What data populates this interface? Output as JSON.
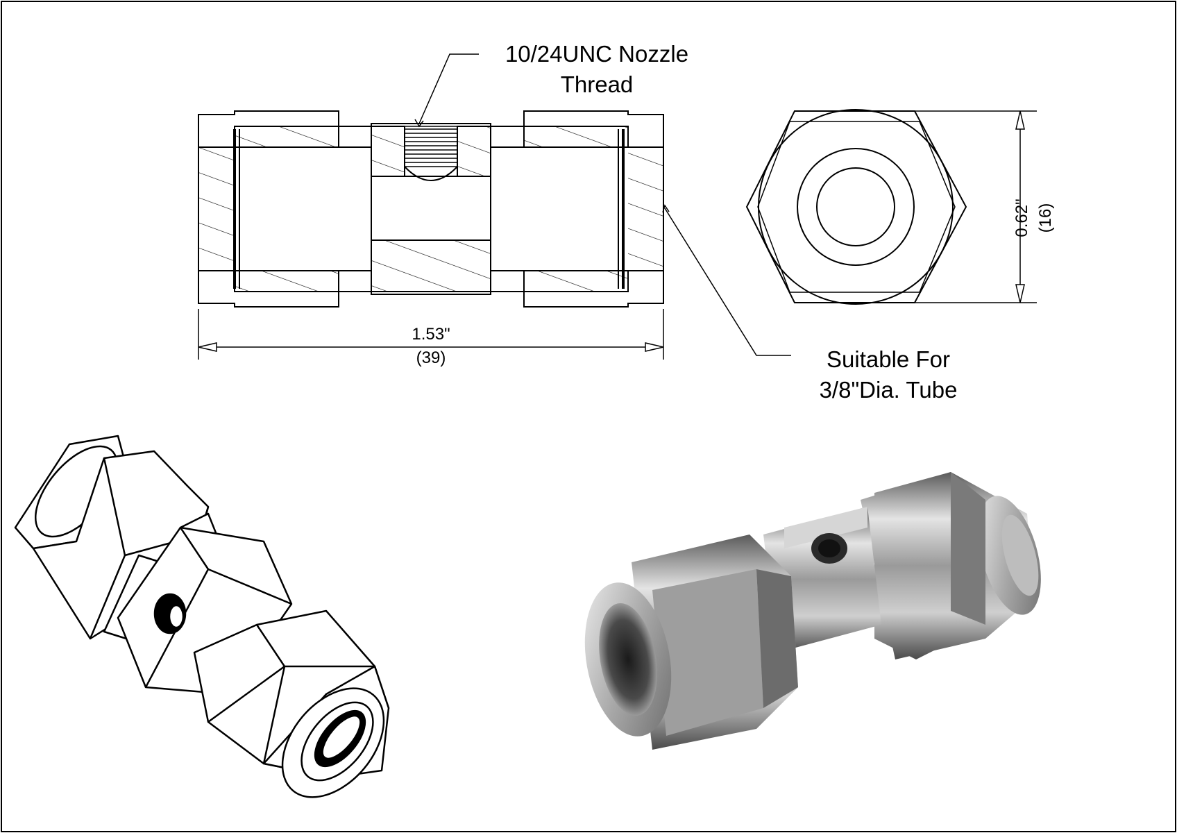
{
  "callouts": {
    "nozzle_thread": {
      "line1": "10/24UNC Nozzle",
      "line2": "Thread"
    },
    "tube_size": {
      "line1": "Suitable For",
      "line2": "3/8\"Dia. Tube"
    }
  },
  "dimensions": {
    "length": {
      "inches": "1.53\"",
      "mm": "(39)"
    },
    "hex_width": {
      "inches": "0.62\"",
      "mm": "(16)"
    }
  },
  "colors": {
    "line": "#000000",
    "background": "#ffffff",
    "metal_dark": "#3a3a3a",
    "metal_light": "#d8d8d8"
  }
}
